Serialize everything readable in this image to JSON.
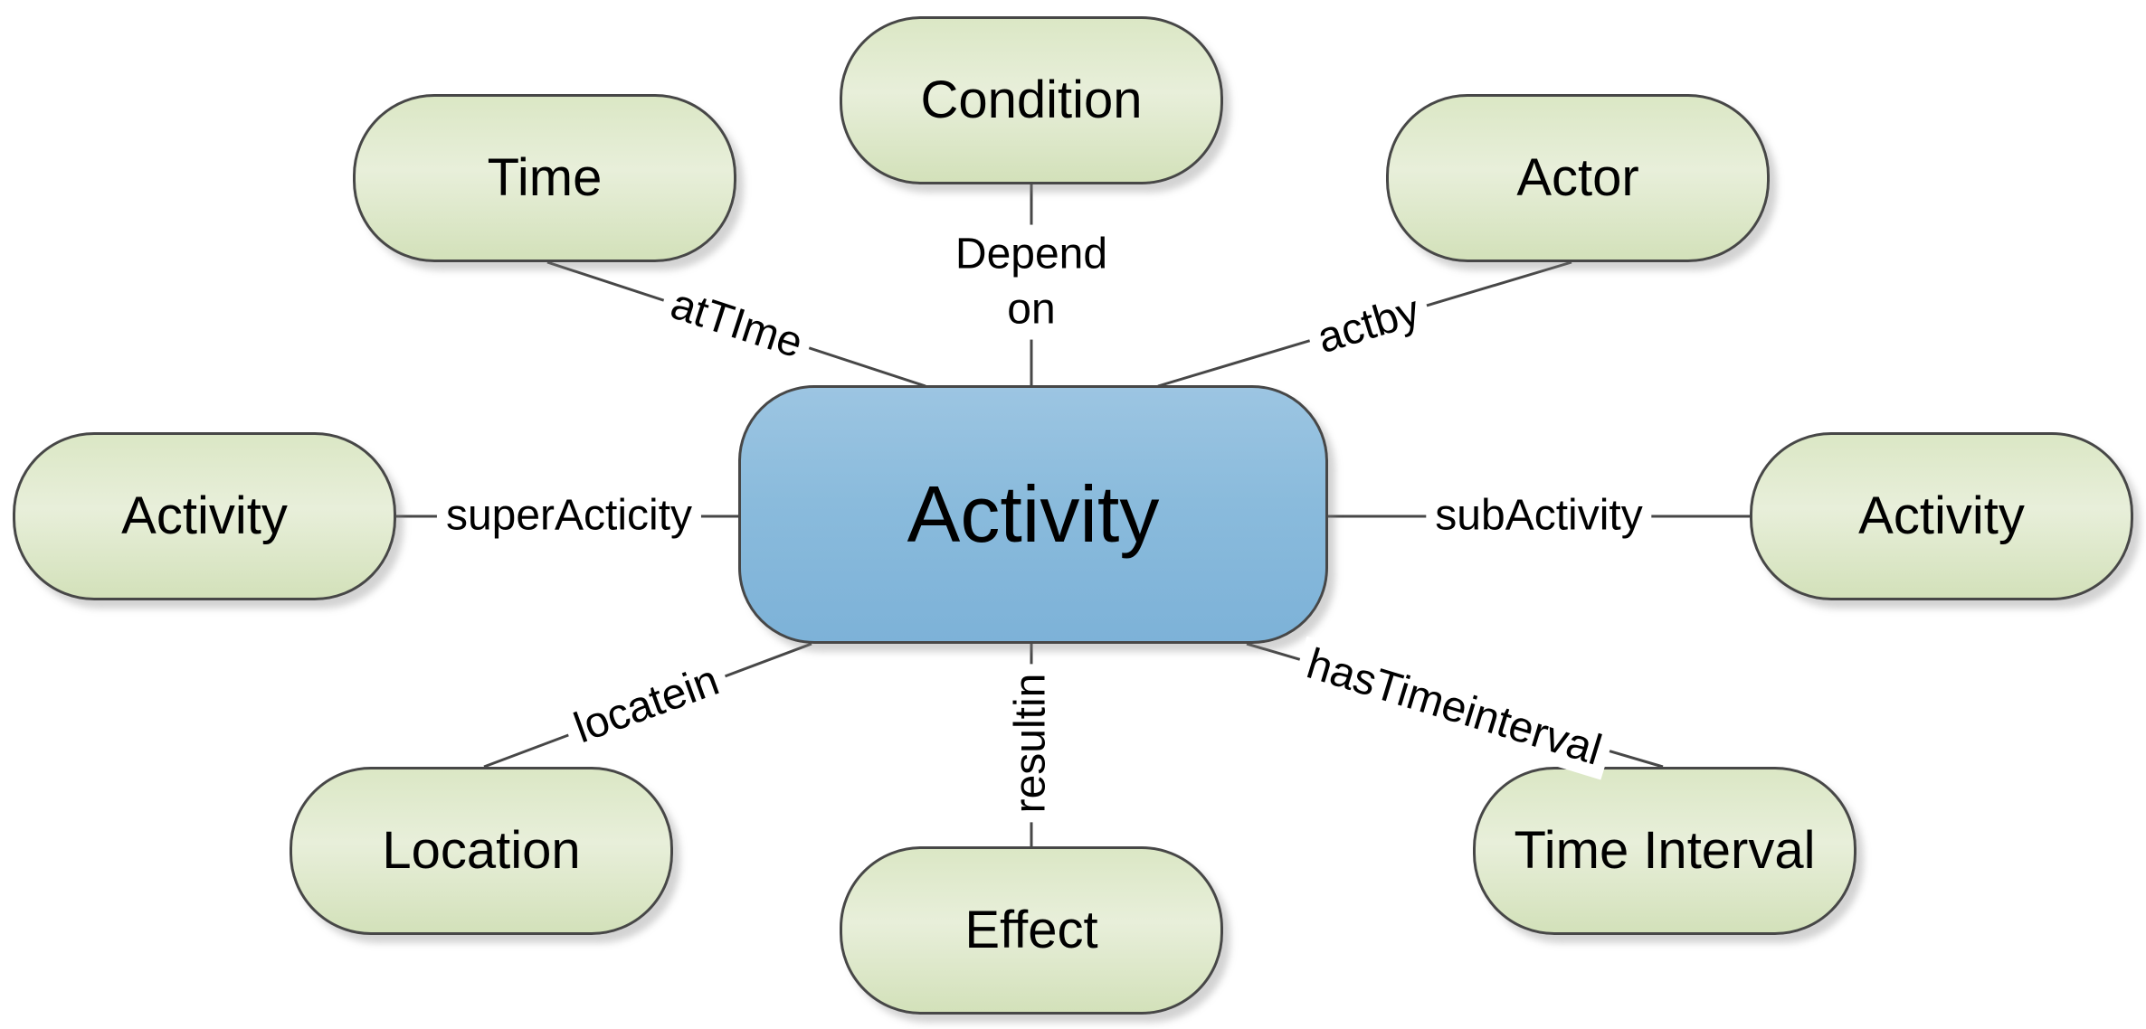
{
  "diagram": {
    "central_node": {
      "label": "Activity"
    },
    "nodes": [
      {
        "label": "Time"
      },
      {
        "label": "Condition"
      },
      {
        "label": "Actor"
      },
      {
        "label": "Activity"
      },
      {
        "label": "Activity"
      },
      {
        "label": "Location"
      },
      {
        "label": "Effect"
      },
      {
        "label": "Time Interval"
      }
    ],
    "edges": [
      {
        "between": [
          "Time",
          "Activity"
        ],
        "label": "atTIme"
      },
      {
        "between": [
          "Condition",
          "Activity"
        ],
        "label": "Depend on",
        "label_lines": [
          "Depend",
          "on"
        ]
      },
      {
        "between": [
          "Actor",
          "Activity"
        ],
        "label": "actby"
      },
      {
        "between": [
          "Activity",
          "Activity"
        ],
        "label": "superActicity"
      },
      {
        "between": [
          "Activity",
          "Activity"
        ],
        "label": "subActivity"
      },
      {
        "between": [
          "Location",
          "Activity"
        ],
        "label": "locatein"
      },
      {
        "between": [
          "Effect",
          "Activity"
        ],
        "label": "resultin"
      },
      {
        "between": [
          "Activity",
          "Time Interval"
        ],
        "label": "hasTimeinterval"
      }
    ],
    "colors": {
      "central_fill_top": "#9cc5e2",
      "central_fill_bottom": "#7db2d8",
      "node_fill_top": "#dbe7c5",
      "node_fill_mid": "#e8efda",
      "node_fill_bottom": "#d3e1ba",
      "border": "#474747",
      "connector": "#474747",
      "text": "#000000",
      "background": "#ffffff"
    }
  }
}
